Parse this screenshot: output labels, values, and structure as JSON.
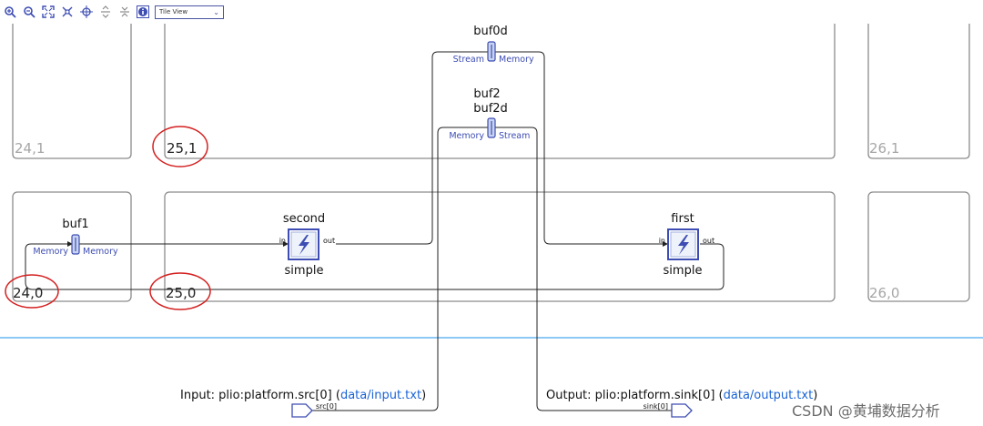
{
  "toolbar": {
    "view_select": "Tile View",
    "icons": [
      "zoom-in-icon",
      "zoom-out-icon",
      "fit-view-icon",
      "fit-selection-icon",
      "center-icon",
      "expand-icon",
      "collapse-icon",
      "info-icon"
    ]
  },
  "tiles": {
    "t24_1": "24,1",
    "t25_1": "25,1",
    "t26_1": "26,1",
    "t24_0": "24,0",
    "t25_0": "25,0",
    "t26_0": "26,0"
  },
  "buffers": {
    "buf0d": {
      "title": "buf0d",
      "left_port": "Stream",
      "right_port": "Memory"
    },
    "buf2": {
      "title_line1": "buf2",
      "title_line2": "buf2d",
      "left_port": "Memory",
      "right_port": "Stream"
    },
    "buf1": {
      "title": "buf1",
      "left_port": "Memory",
      "right_port": "Memory"
    }
  },
  "kernels": {
    "second": {
      "title": "second",
      "subtitle": "simple",
      "in_port": "in",
      "out_port": "out"
    },
    "first": {
      "title": "first",
      "subtitle": "simple",
      "in_port": "in",
      "out_port": "out"
    }
  },
  "io": {
    "input_prefix": "Input: plio:platform.src[0] (",
    "input_link": "data/input.txt",
    "input_suffix": ")",
    "input_port": "src[0]",
    "output_prefix": "Output: plio:platform.sink[0] (",
    "output_link": "data/output.txt",
    "output_suffix": ")",
    "output_port": "sink[0]"
  },
  "watermark": "CSDN @黄埔数据分析",
  "colors": {
    "tile_border": "#8c8c8c",
    "port_text": "#3d4db3",
    "kernel_border": "#3d4db3",
    "link": "#1a63d6",
    "annotation_circle": "#d42020",
    "separator": "#4aa8f0"
  }
}
